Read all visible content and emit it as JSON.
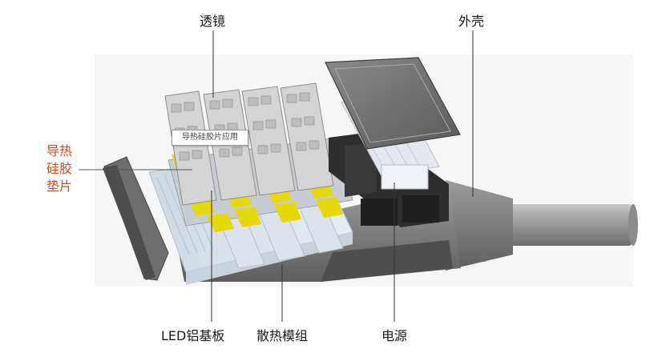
{
  "labels": {
    "lens": "透镜",
    "housing": "外壳",
    "thermal_pad_line1": "导热",
    "thermal_pad_line2": "硅胶",
    "thermal_pad_line3": "垫片",
    "led_board": "LED铝基板",
    "heatsink_module": "散热模组",
    "power_supply": "电源"
  },
  "tooltip": "导热硅胶片应用",
  "colors": {
    "label_red": "#e8421e",
    "thermal_pad": "#e6d80a",
    "housing_gray": "#8a8a8a",
    "panel_light": "#d6d6d6"
  }
}
